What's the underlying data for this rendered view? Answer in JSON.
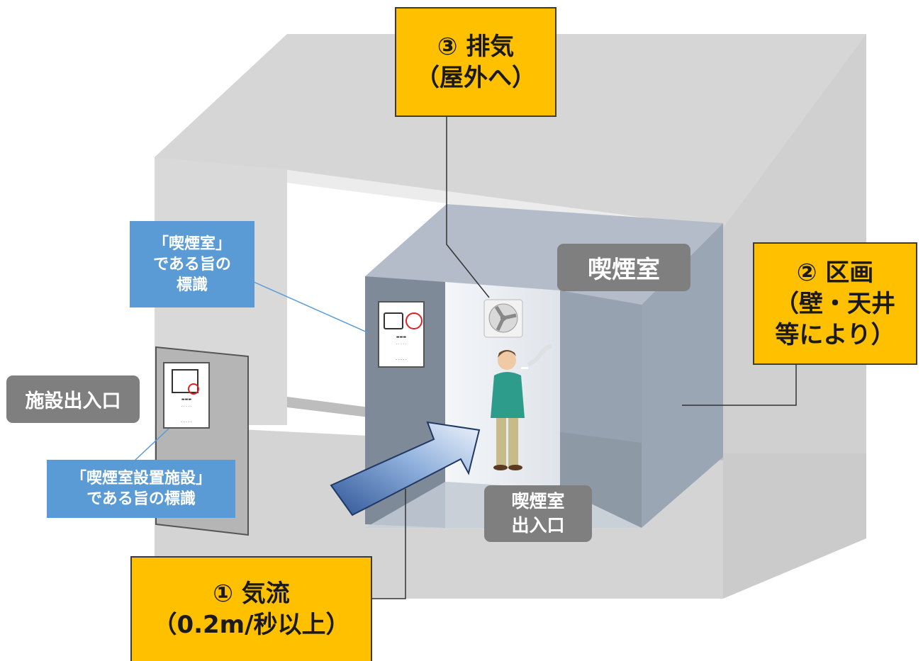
{
  "labels": {
    "exhaust": {
      "line1": "③ 排気",
      "line2": "（屋外へ）"
    },
    "partition": {
      "line1": "② 区画",
      "line2": "（壁・天井",
      "line3": "等により）"
    },
    "airflow": {
      "line1": "① 気流",
      "line2": "（0.2m/秒以上）"
    },
    "sign_room": {
      "line1": "「喫煙室」",
      "line2": "である旨の",
      "line3": "標識"
    },
    "sign_facility": {
      "line1": "「喫煙室設置施設」",
      "line2": "である旨の標識"
    },
    "smoking_room": "喫煙室",
    "room_entrance": {
      "line1": "喫煙室",
      "line2": "出入口"
    },
    "facility_entrance": "施設出入口"
  },
  "colors": {
    "yellow_box": "#ffc000",
    "blue_label": "#5b9bd5",
    "gray_label": "#7f7f7f",
    "building_gray": "#d4d4d4",
    "room_blue_gray": "#a7b2c0"
  },
  "icons": [
    "exhaust-fan-icon",
    "airflow-arrow-icon",
    "smoking-person-icon",
    "no-smoking-icon",
    "smoking-icon"
  ]
}
